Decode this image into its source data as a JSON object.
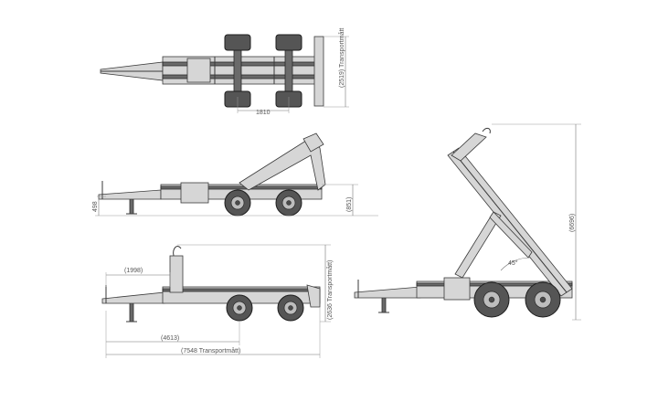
{
  "dimensions": {
    "top_width": "(2519) Transportmått",
    "top_axle": "1810",
    "side_height": "(851)",
    "side_drawbar": "498",
    "front_distance": "(1998)",
    "front_height": "(2636 Transportmått)",
    "front_length_inner": "(4613)",
    "front_length_total": "(7548 Transportmått)",
    "tilt_height": "(6696)",
    "tilt_angle": "45°"
  }
}
